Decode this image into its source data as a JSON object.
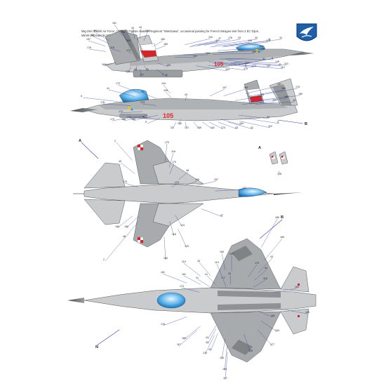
{
  "caption": {
    "line1": "Mig-29A, Polish Air Force „105\", 1st Fighter Aviation Regiment \"Warszawa\", occasional painting for French Mirages visit from 2 EC Dijon,",
    "line2": "Mińsk Mazowiecki 1994"
  },
  "view_labels": {
    "A": "A",
    "B": "B",
    "N": "N"
  },
  "side_number": "105",
  "logo": {
    "icon": "squadron-swallow-emblem",
    "bg": "#1d5fa8"
  },
  "colors": {
    "light_grey": "#c9cbcc",
    "medium_grey": "#a8abae",
    "dark_grey": "#7f8386",
    "canopy": "#3a9ad9",
    "national_red": "#d4252b",
    "number_red": "#e0262c",
    "line": "#2d3ea0"
  },
  "callouts": {
    "top_side": [
      "161",
      "146",
      "43",
      "44",
      "180",
      "148",
      "104",
      "54",
      "157",
      "104",
      "174",
      "180",
      "180",
      "176",
      "118",
      "164",
      "43",
      "41",
      "41",
      "105",
      "174",
      "177",
      "47",
      "116",
      "42",
      "105",
      "43",
      "176",
      "44",
      "149",
      "169",
      "173",
      "10",
      "11",
      "44",
      "175",
      "173",
      "104",
      "142",
      "5",
      "41",
      "157",
      "149",
      "41",
      "110",
      "112",
      "104",
      "141"
    ],
    "second_side": [
      "172",
      "41",
      "144",
      "44",
      "43",
      "5",
      "176",
      "105",
      "173",
      "172",
      "173",
      "41",
      "186",
      "172",
      "186",
      "110",
      "5",
      "22",
      "171",
      "150",
      "141",
      "174",
      "43",
      "104",
      "41",
      "110",
      "180",
      "197",
      "44",
      "150",
      "169",
      "157",
      "180",
      "175",
      "180",
      "44",
      "43",
      "5"
    ],
    "planform": [
      "2",
      "170",
      "118",
      "49",
      "170",
      "48",
      "170",
      "170",
      "109",
      "157",
      "147",
      "190",
      "150",
      "48",
      "174",
      "118",
      "170",
      "2",
      "47",
      "180"
    ],
    "detail": [
      "178"
    ],
    "underside": [
      "180",
      "160",
      "113",
      "113",
      "43",
      "169",
      "41",
      "117",
      "43",
      "181",
      "181",
      "119",
      "41",
      "173",
      "169",
      "176",
      "117",
      "41",
      "43",
      "133",
      "170",
      "42",
      "176",
      "169",
      "117",
      "177",
      "104",
      "181",
      "44",
      "43",
      "116",
      "170",
      "160",
      "180"
    ]
  }
}
